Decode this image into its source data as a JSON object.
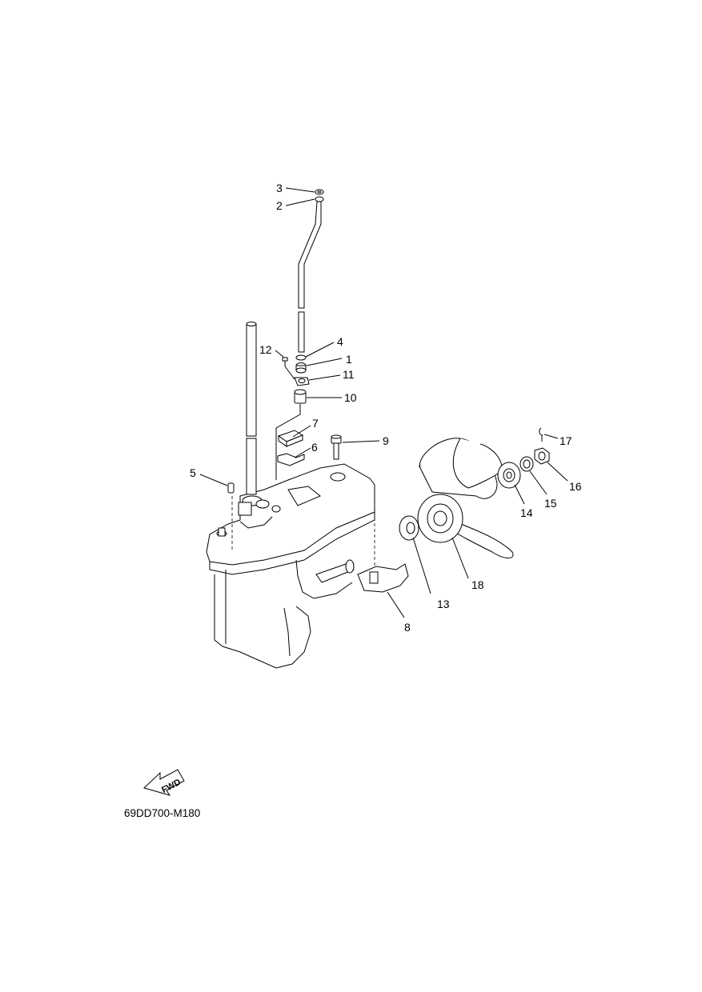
{
  "diagram": {
    "drawing_code": "69DD700-M180",
    "fwd_label": "FWD",
    "callouts": [
      {
        "id": "c1",
        "label": "1"
      },
      {
        "id": "c2",
        "label": "2"
      },
      {
        "id": "c3",
        "label": "3"
      },
      {
        "id": "c4",
        "label": "4"
      },
      {
        "id": "c5",
        "label": "5"
      },
      {
        "id": "c6",
        "label": "6"
      },
      {
        "id": "c7",
        "label": "7"
      },
      {
        "id": "c8",
        "label": "8"
      },
      {
        "id": "c9",
        "label": "9"
      },
      {
        "id": "c10",
        "label": "10"
      },
      {
        "id": "c11",
        "label": "11"
      },
      {
        "id": "c12",
        "label": "12"
      },
      {
        "id": "c13",
        "label": "13"
      },
      {
        "id": "c14",
        "label": "14"
      },
      {
        "id": "c15",
        "label": "15"
      },
      {
        "id": "c16",
        "label": "16"
      },
      {
        "id": "c17",
        "label": "17"
      },
      {
        "id": "c18",
        "label": "18"
      }
    ]
  }
}
